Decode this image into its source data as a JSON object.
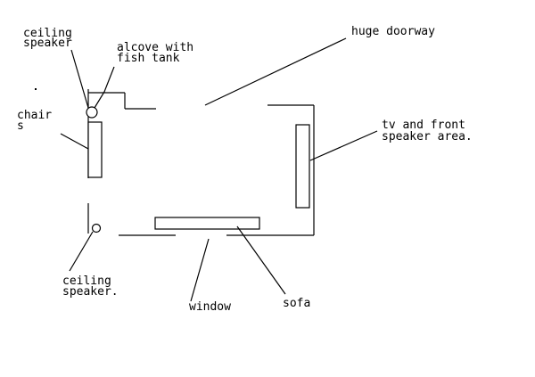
{
  "labels": {
    "ceiling_speaker_top": [
      "ceiling",
      "speaker"
    ],
    "alcove": [
      "alcove with",
      "fish tank"
    ],
    "chairs": [
      "chair",
      "s"
    ],
    "huge_doorway": "huge doorway",
    "tv_area": [
      "tv and front",
      "speaker area."
    ],
    "ceiling_speaker_bottom": [
      "ceiling",
      "speaker."
    ],
    "window": "window",
    "sofa": "sofa"
  },
  "colors": {
    "ink": "#000000",
    "background": "#ffffff"
  }
}
